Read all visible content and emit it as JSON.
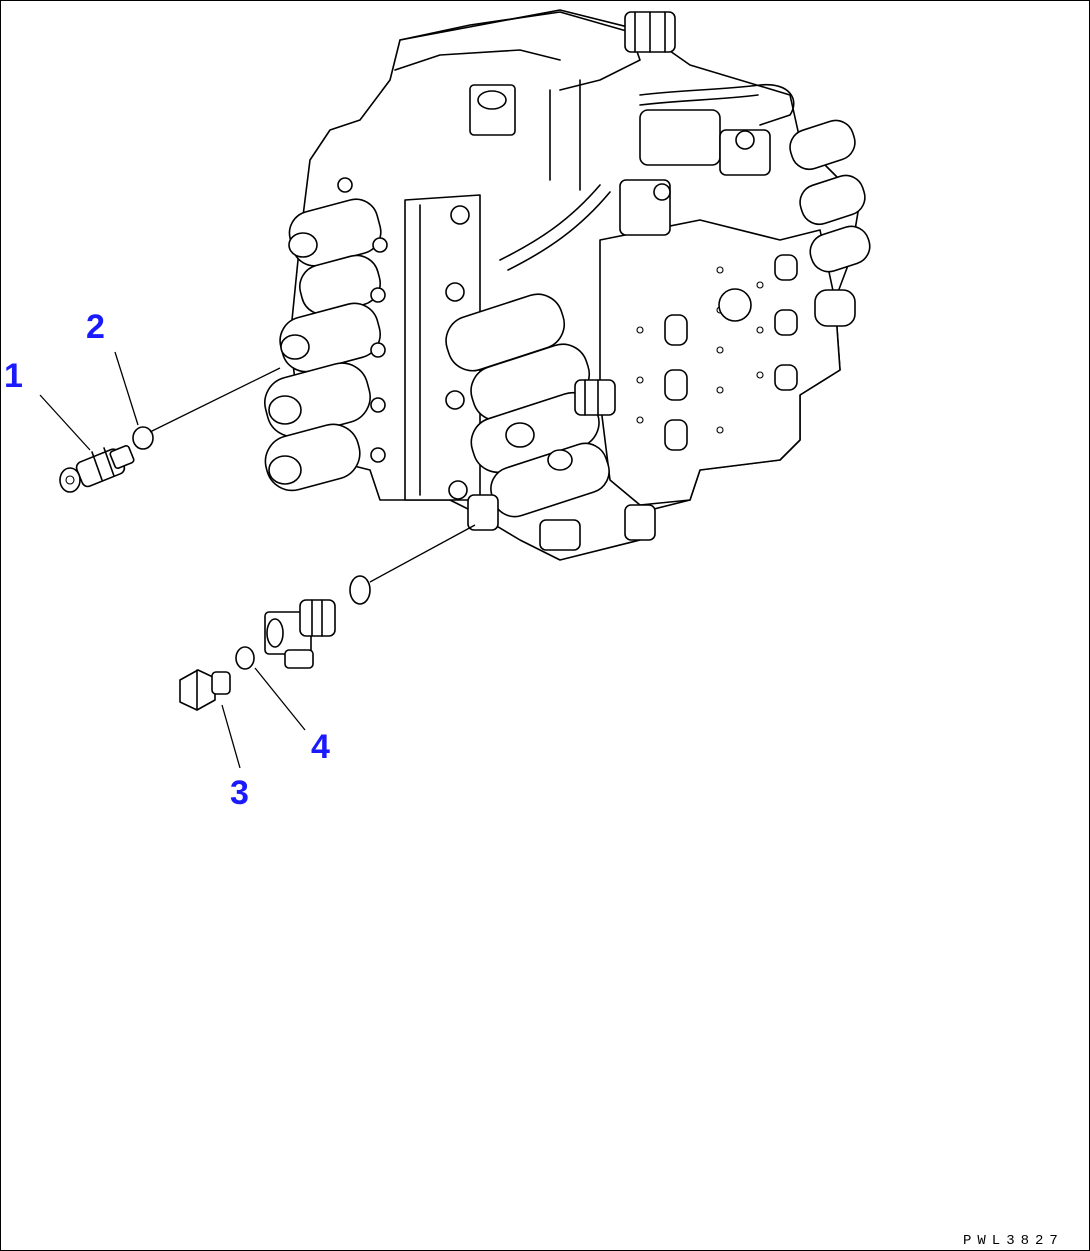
{
  "drawing_code": "PWL3827",
  "colors": {
    "callout": "#1a1aff",
    "line": "#000000",
    "background": "#ffffff"
  },
  "callouts": [
    {
      "number": "1",
      "part": "plug-fitting"
    },
    {
      "number": "2",
      "part": "o-ring"
    },
    {
      "number": "3",
      "part": "plug-bolt"
    },
    {
      "number": "4",
      "part": "o-ring"
    }
  ]
}
